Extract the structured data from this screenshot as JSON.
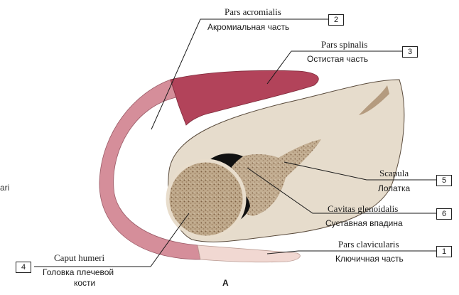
{
  "labels": [
    {
      "number": "2",
      "latin": "Pars acromialis",
      "russian": "Акромиальная часть"
    },
    {
      "number": "3",
      "latin": "Pars spinalis",
      "russian": "Остистая часть"
    },
    {
      "number": "5",
      "latin": "Scapula",
      "russian": "Лопатка"
    },
    {
      "number": "6",
      "latin": "Cavitas glenoidalis",
      "russian": "Суставная впадина"
    },
    {
      "number": "1",
      "latin": "Pars clavicularis",
      "russian": "Ключичная часть"
    },
    {
      "number": "4",
      "latin": "Caput humeri",
      "russian": "Головка плечевой",
      "russian_line2": "кости"
    }
  ],
  "panel_letter": "A",
  "edge_fragment": "ari",
  "colors": {
    "acromial": "#d58e9a",
    "spinal": "#b2435a",
    "clavicular": "#f1d8d2",
    "bone": "#e6dccc",
    "bone_texture": "#8c6f52",
    "cavity": "#111111",
    "leader": "#1a1a1a"
  }
}
